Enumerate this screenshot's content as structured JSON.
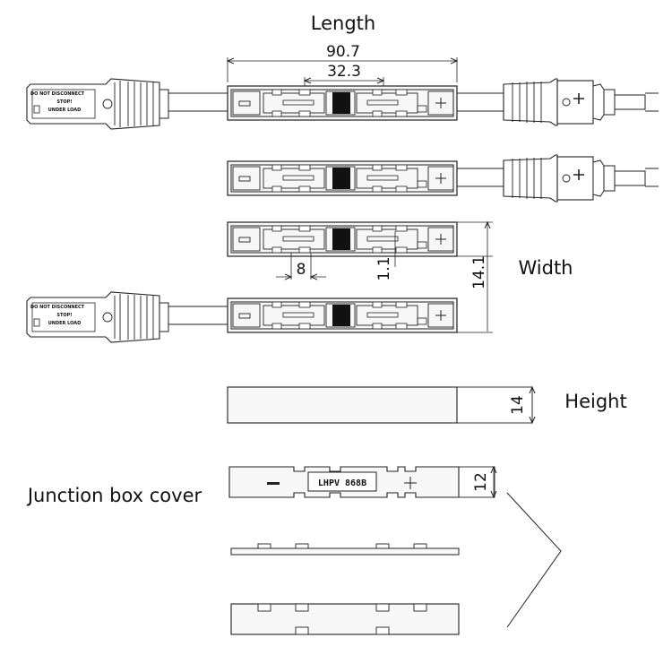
{
  "labels": {
    "length": "Length",
    "width": "Width",
    "height": "Height",
    "cover": "Junction box cover"
  },
  "dimensions": {
    "total_length": "90.7",
    "inner_length": "32.3",
    "slot_width": "8",
    "wall": "1.1",
    "body_width": "14.1",
    "body_height": "14",
    "cover_height": "12"
  },
  "connector_text": {
    "line1": "DO NOT DISCONNECT",
    "line2": "STOP!",
    "line3": "UNDER LOAD"
  },
  "cover_marking": "LHPV 868B",
  "colors": {
    "line": "#222222",
    "body_fill": "#f7f7f7",
    "diode": "#111111"
  }
}
